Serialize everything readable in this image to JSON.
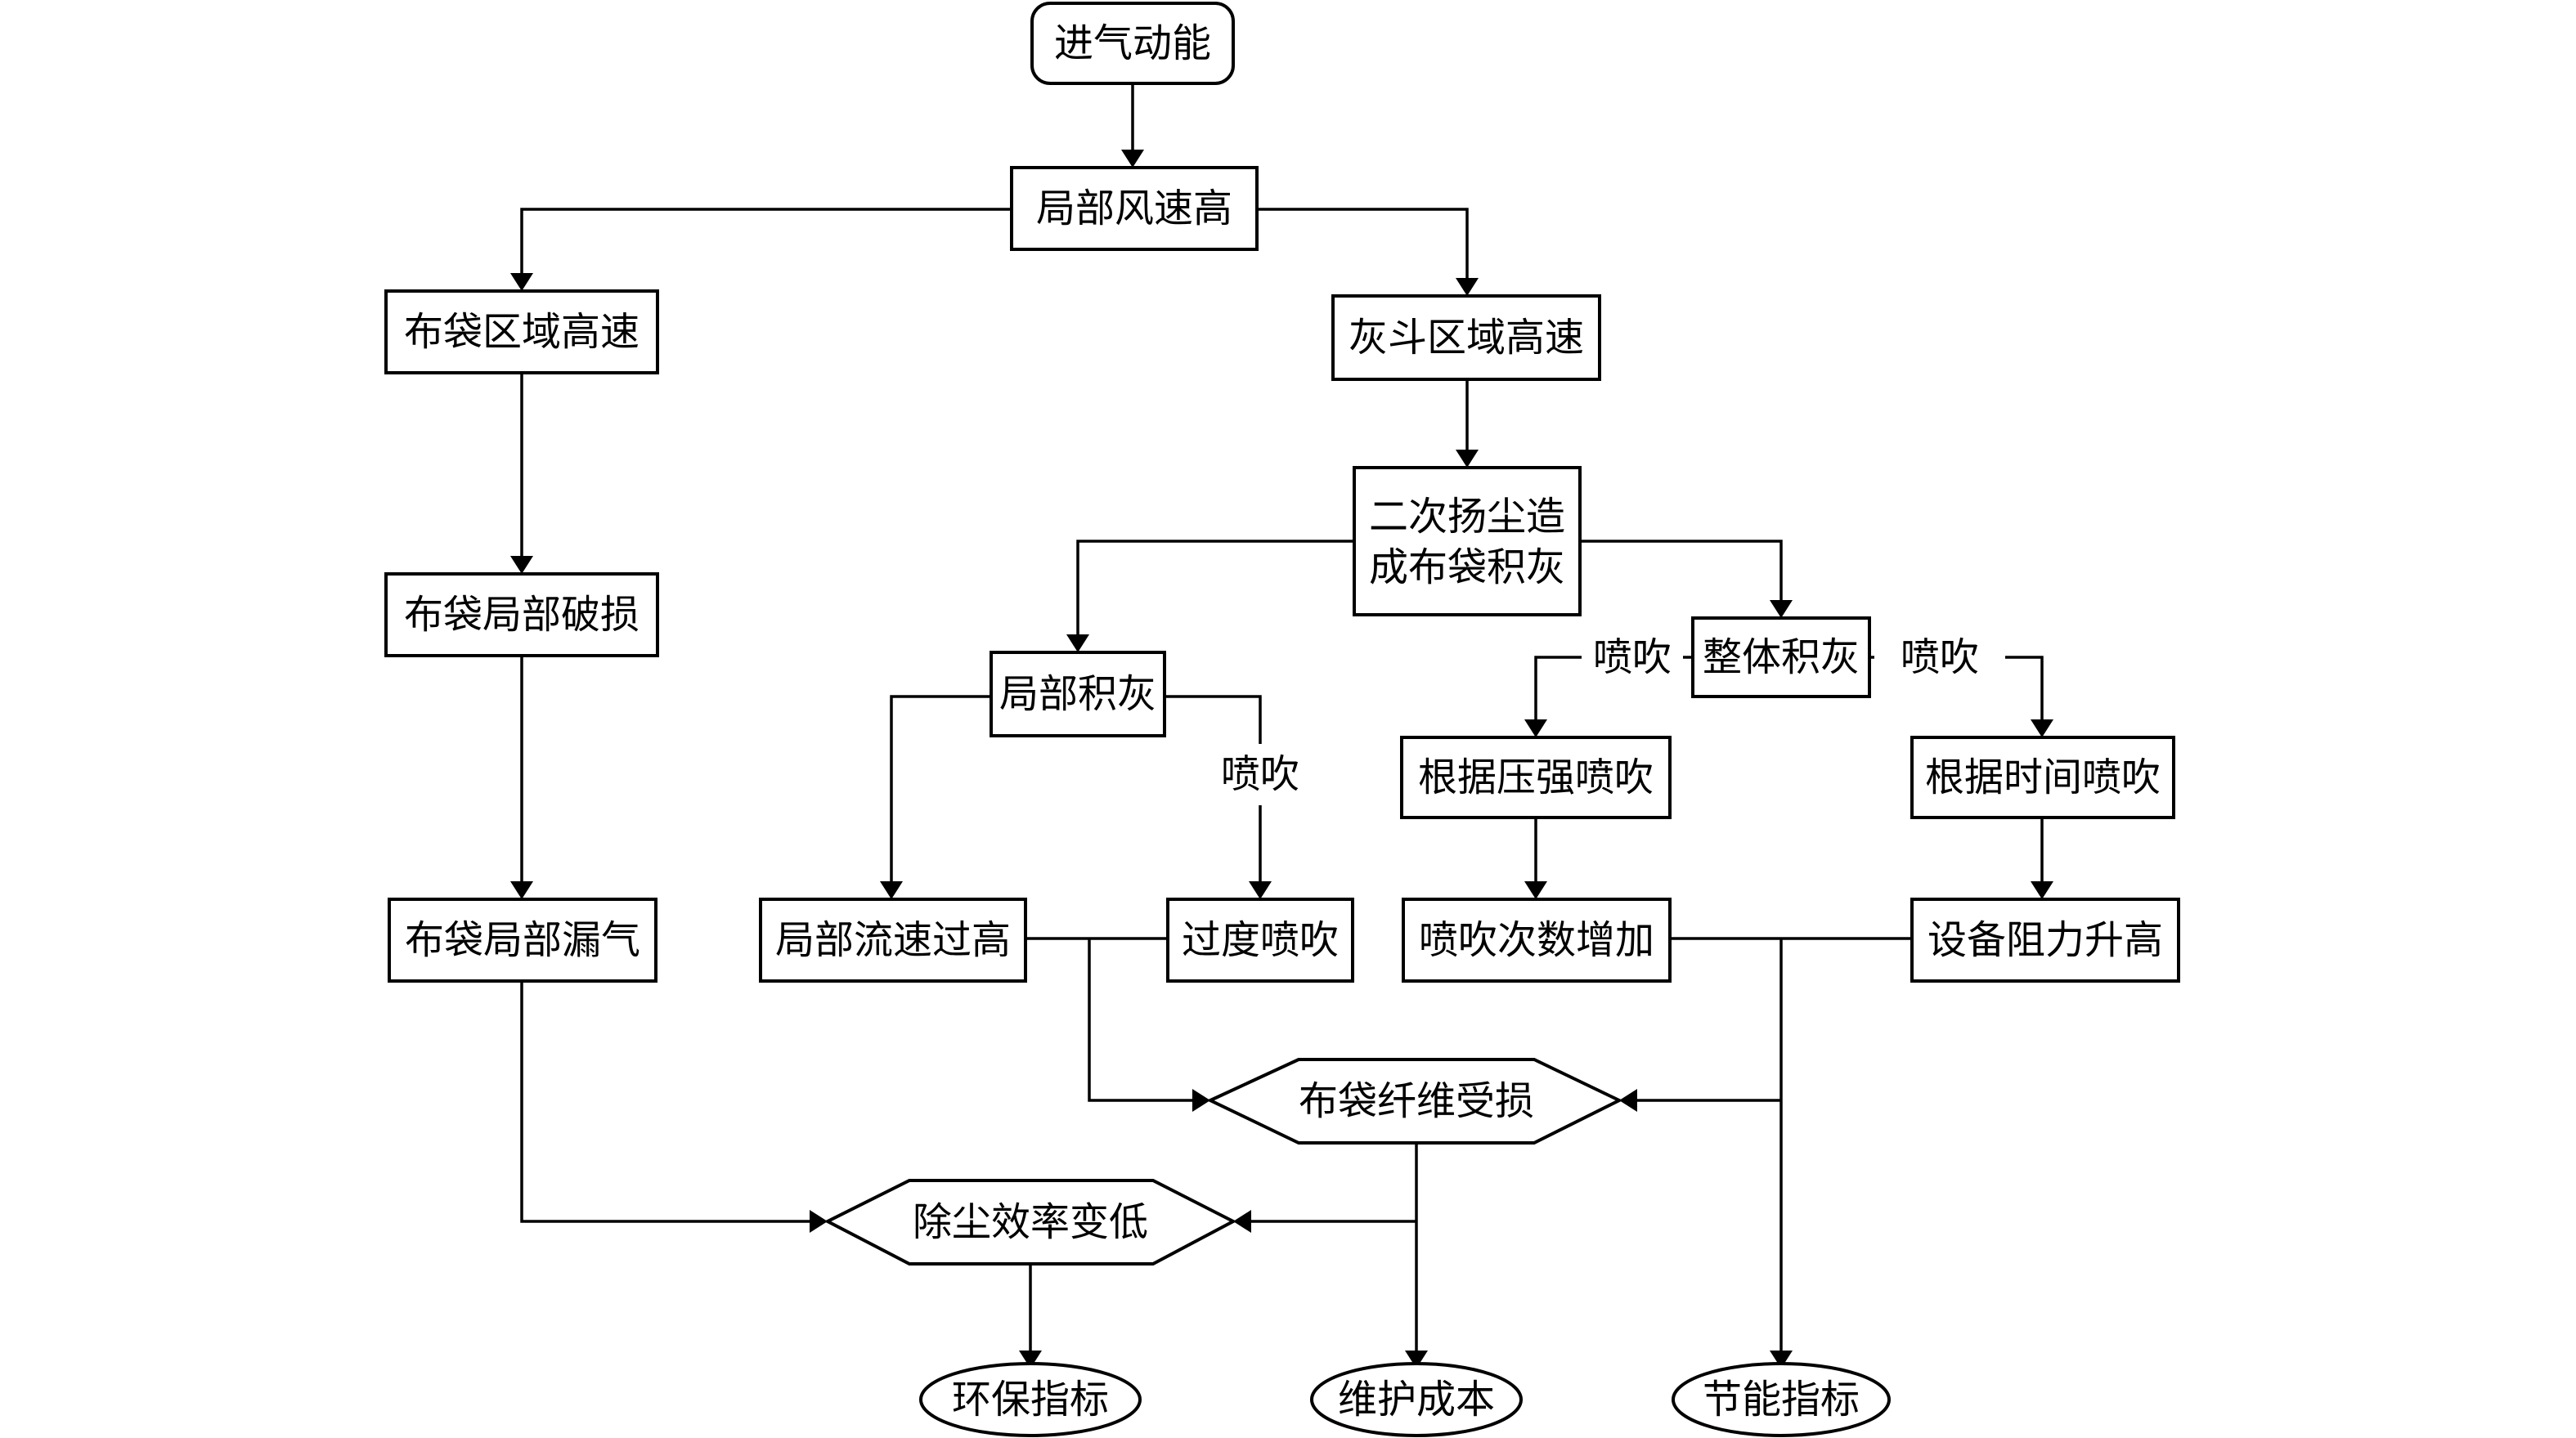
{
  "nodes": {
    "intake": "进气动能",
    "local_high_speed": "局部风速高",
    "bag_zone_high": "布袋区域高速",
    "hopper_zone_high": "灰斗区域高速",
    "secondary_dust_line1": "二次扬尘造",
    "secondary_dust_line2": "成布袋积灰",
    "bag_local_damage": "布袋局部破损",
    "local_ash": "局部积灰",
    "overall_ash": "整体积灰",
    "pressure_blow": "根据压强喷吹",
    "time_blow": "根据时间喷吹",
    "bag_leak": "布袋局部漏气",
    "local_flow_high": "局部流速过高",
    "over_blow": "过度喷吹",
    "blow_count_up": "喷吹次数增加",
    "resistance_up": "设备阻力升高",
    "fiber_damage": "布袋纤维受损",
    "efficiency_down": "除尘效率变低",
    "env_index": "环保指标",
    "maint_cost": "维护成本",
    "energy_index": "节能指标"
  },
  "edge_labels": {
    "blow_local": "喷吹",
    "blow_left": "喷吹",
    "blow_right": "喷吹"
  }
}
